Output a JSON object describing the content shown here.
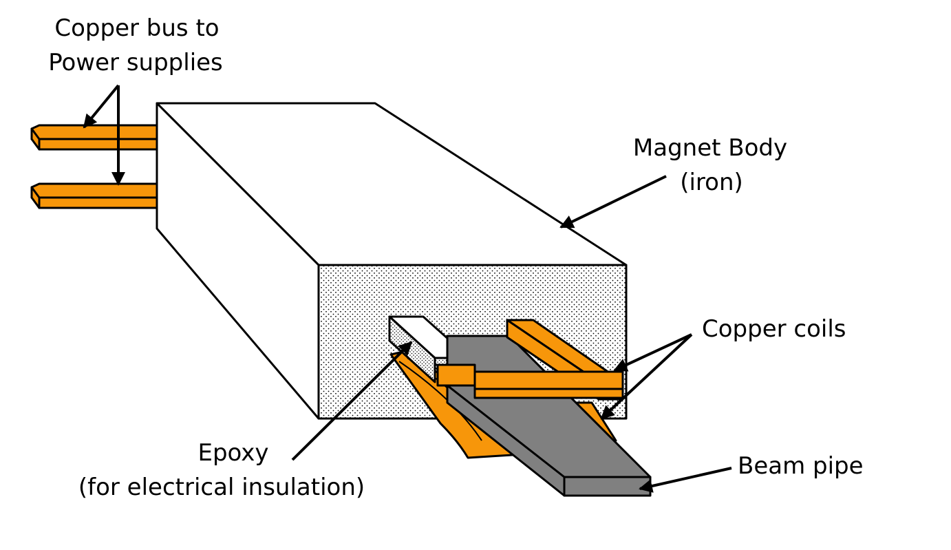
{
  "labels": {
    "copper_bus_line1": "Copper bus to",
    "copper_bus_line2": "Power supplies",
    "magnet_body_line1": "Magnet Body",
    "magnet_body_line2": "(iron)",
    "copper_coils": "Copper coils",
    "epoxy_line1": "Epoxy",
    "epoxy_line2": "(for electrical insulation)",
    "beam_pipe": "Beam pipe"
  },
  "colors": {
    "copper": "#F7960A",
    "iron_face": "#ffffff",
    "beam_pipe": "#808080",
    "outline": "#000000"
  }
}
